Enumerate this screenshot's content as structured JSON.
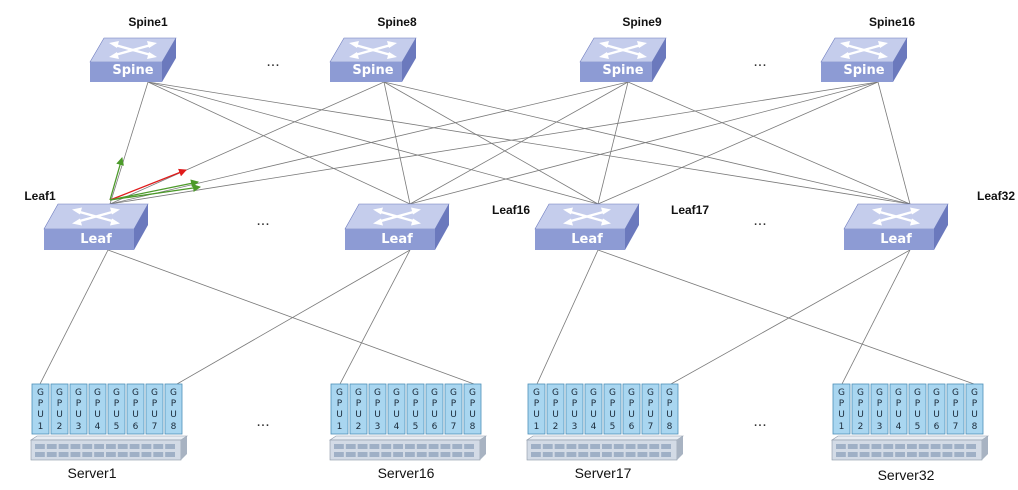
{
  "colors": {
    "device_top": "#c5cdec",
    "device_front": "#8d9bd4",
    "device_side": "#6b79bd",
    "gpu_fill": "#a9d6f0",
    "gpu_border": "#4d8fb8",
    "server_body": "#d3dbe6",
    "wire": "#7a7a7a",
    "arrow_red": "#e01b1b",
    "arrow_green": "#4c9a2a"
  },
  "spines": [
    {
      "name": "Spine1",
      "label": "Spine"
    },
    {
      "name": "Spine8",
      "label": "Spine"
    },
    {
      "name": "Spine9",
      "label": "Spine"
    },
    {
      "name": "Spine16",
      "label": "Spine"
    }
  ],
  "leaves": [
    {
      "name": "Leaf1",
      "label": "Leaf"
    },
    {
      "name": "Leaf16",
      "label": "Leaf"
    },
    {
      "name": "Leaf17",
      "label": "Leaf"
    },
    {
      "name": "Leaf32",
      "label": "Leaf"
    }
  ],
  "servers": [
    {
      "name": "Server1",
      "gpus": [
        "1",
        "2",
        "3",
        "4",
        "5",
        "6",
        "7",
        "8"
      ]
    },
    {
      "name": "Server16",
      "gpus": [
        "1",
        "2",
        "3",
        "4",
        "5",
        "6",
        "7",
        "8"
      ]
    },
    {
      "name": "Server17",
      "gpus": [
        "1",
        "2",
        "3",
        "4",
        "5",
        "6",
        "7",
        "8"
      ]
    },
    {
      "name": "Server32",
      "gpus": [
        "1",
        "2",
        "3",
        "4",
        "5",
        "6",
        "7",
        "8"
      ]
    }
  ],
  "gpu_letters": [
    "G",
    "P",
    "U"
  ],
  "ellipsis": "..."
}
